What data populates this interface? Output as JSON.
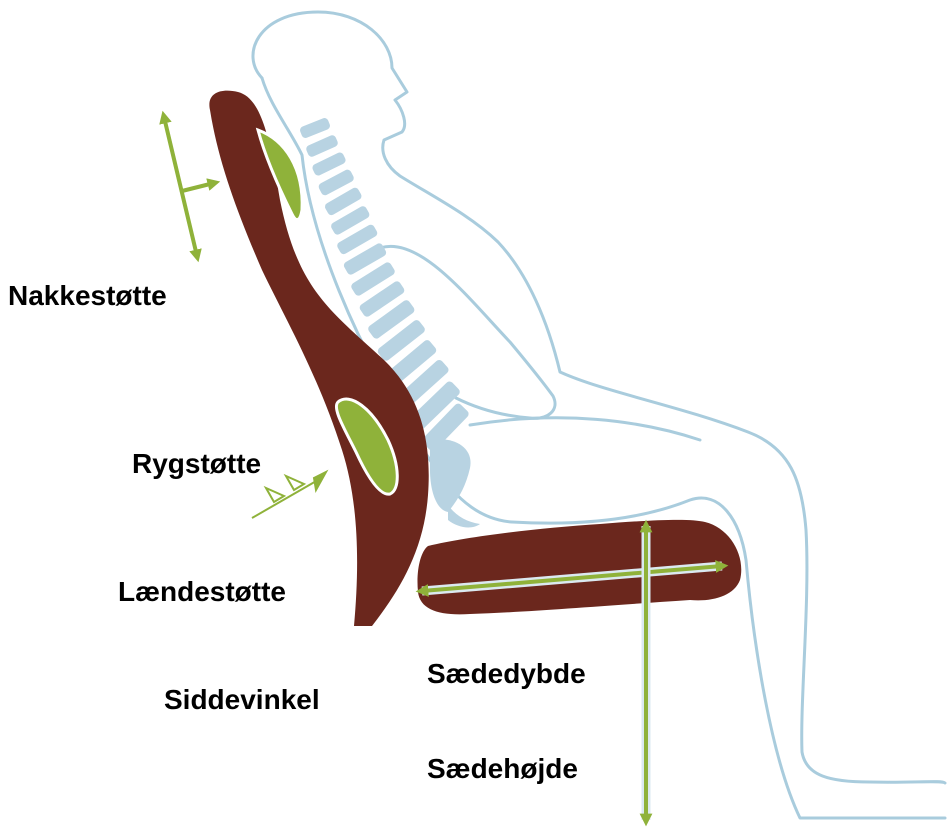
{
  "labels": {
    "neck_support": "Nakkestøtte",
    "back_support": "Rygstøtte",
    "lumbar_support": "Lændestøtte",
    "seat_angle": "Siddevinkel",
    "seat_depth": "Sædedybde",
    "seat_height": "Sædehøjde"
  },
  "colors": {
    "chair": "#6b271d",
    "cushion": "#8fb23a",
    "arrow": "#8fb23a",
    "arrow_outline": "#dbe9f0",
    "body_outline": "#a9ccdd",
    "spine": "#b8d3e2",
    "text": "#000000"
  }
}
